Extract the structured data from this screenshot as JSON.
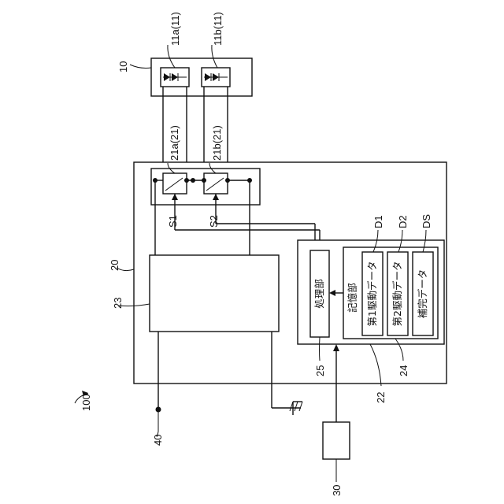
{
  "labels": {
    "system": "100",
    "light_unit": "10",
    "led_a": "11a(11)",
    "led_b": "11b(11)",
    "controller": "20",
    "switch_a": "21a(21)",
    "switch_b": "21b(21)",
    "signal_1": "S1",
    "signal_2": "S2",
    "power_block": "23",
    "control_unit": "22",
    "processor_ref": "25",
    "storage_ref": "24",
    "data_1_ref": "D1",
    "data_2_ref": "D2",
    "data_s_ref": "DS",
    "power_input": "40",
    "input_device": "30"
  },
  "texts": {
    "processor": "処理部",
    "storage": "記憶部",
    "data_1": "第1駆動データ",
    "data_2": "第2駆動データ",
    "data_s": "補完データ"
  }
}
